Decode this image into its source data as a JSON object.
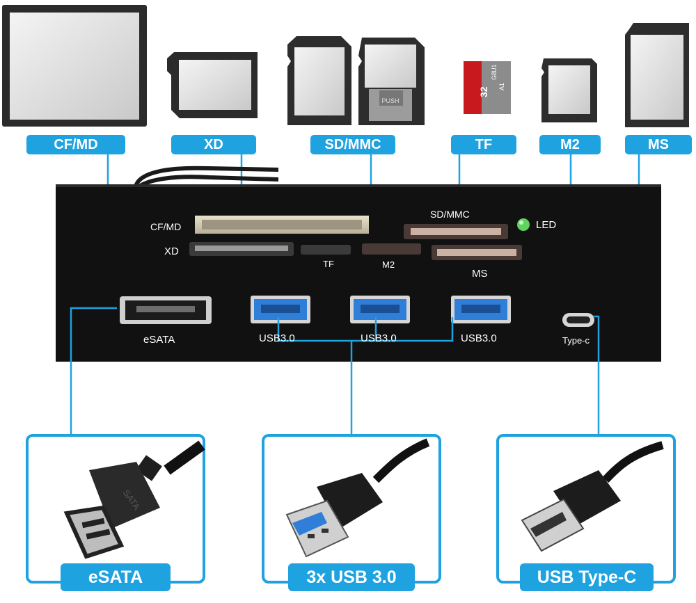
{
  "card_labels": {
    "cf_md": "CF/MD",
    "xd": "XD",
    "sd_mmc": "SD/MMC",
    "tf": "TF",
    "m2": "M2",
    "ms": "MS"
  },
  "tf_card_print": {
    "capacity": "32",
    "unit": "GB",
    "class": "U1",
    "grade": "A1"
  },
  "push_card_print": "PUSH",
  "panel": {
    "cf_md": "CF/MD",
    "sd_mmc": "SD/MMC",
    "led": "LED",
    "xd": "XD",
    "tf": "TF",
    "m2": "M2",
    "ms": "MS",
    "esata": "eSATA",
    "usb1": "USB3.0",
    "usb2": "USB3.0",
    "usb3": "USB3.0",
    "typec": "Type-c"
  },
  "bottom_labels": {
    "esata": "eSATA",
    "usb": "3x USB 3.0",
    "typec": "USB Type-C"
  },
  "cable_prints": {
    "sata": "SATA"
  },
  "colors": {
    "accent_blue": "#1fa2e0",
    "panel_black": "#111111",
    "usb_blue": "#2f7ed8",
    "led_green": "#5fd35f"
  }
}
